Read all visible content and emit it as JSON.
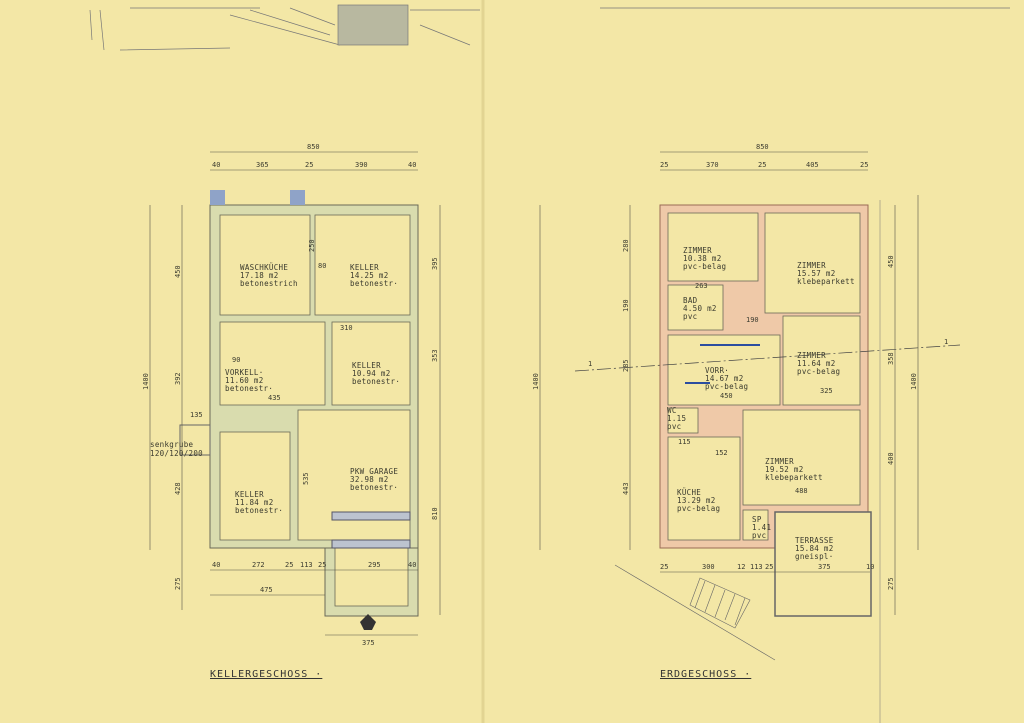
{
  "sheet": {
    "left_plan": {
      "title": "KELLERGESCHOSS ·",
      "rooms": [
        {
          "name": "WASCHKÜCHE",
          "area": "17.18 m2",
          "finish": "betonestrich"
        },
        {
          "name": "KELLER",
          "area": "14.25 m2",
          "finish": "betonestr·"
        },
        {
          "name": "VORKELL·",
          "area": "11.60 m2",
          "finish": "betonestr·"
        },
        {
          "name": "KELLER",
          "area": "10.94 m2",
          "finish": "betonestr·"
        },
        {
          "name": "KELLER",
          "area": "11.84 m2",
          "finish": "betonestr·"
        },
        {
          "name": "PKW GARAGE",
          "area": "32.98 m2",
          "finish": "betonestr·"
        }
      ],
      "note": {
        "line1": "senkgrube",
        "line2": "120/120/200"
      },
      "dims_top": [
        "850",
        "40",
        "365",
        "25",
        "390",
        "40"
      ],
      "dims_bottom": [
        "40",
        "272",
        "25",
        "113",
        "25",
        "295",
        "40",
        "475",
        "375"
      ],
      "dims_left": [
        "1400",
        "450",
        "392",
        "428",
        "275",
        "135"
      ],
      "dims_right": [
        "395",
        "353",
        "810"
      ],
      "dims_inner": [
        "250",
        "80",
        "310",
        "90",
        "435",
        "535"
      ]
    },
    "right_plan": {
      "title": "ERDGESCHOSS ·",
      "rooms": [
        {
          "name": "ZIMMER",
          "area": "10.38 m2",
          "finish": "pvc-belag"
        },
        {
          "name": "ZIMMER",
          "area": "15.57 m2",
          "finish": "klebeparkett"
        },
        {
          "name": "BAD",
          "area": "4.50 m2",
          "finish": "pvc"
        },
        {
          "name": "VORR·",
          "area": "14.67 m2",
          "finish": "pvc-belag"
        },
        {
          "name": "ZIMMER",
          "area": "11.64 m2",
          "finish": "pvc-belag"
        },
        {
          "name": "WC",
          "area": "1.15",
          "finish": "pvc"
        },
        {
          "name": "ZIMMER",
          "area": "19.52 m2",
          "finish": "klebeparkett"
        },
        {
          "name": "KÜCHE",
          "area": "13.29 m2",
          "finish": "pvc-belag"
        },
        {
          "name": "SP",
          "area": "1.41",
          "finish": "pvc"
        },
        {
          "name": "TERRASSE",
          "area": "15.84 m2",
          "finish": "gneispl·"
        }
      ],
      "dims_top": [
        "850",
        "25",
        "370",
        "25",
        "405",
        "25"
      ],
      "dims_bottom": [
        "25",
        "300",
        "12",
        "113",
        "25",
        "375",
        "10"
      ],
      "dims_left": [
        "1400",
        "280",
        "190",
        "285",
        "443"
      ],
      "dims_right": [
        "450",
        "358",
        "400",
        "275",
        "1400"
      ],
      "dims_inner": [
        "263",
        "190",
        "450",
        "325",
        "488",
        "152",
        "115"
      ]
    },
    "section_marker": "1"
  }
}
